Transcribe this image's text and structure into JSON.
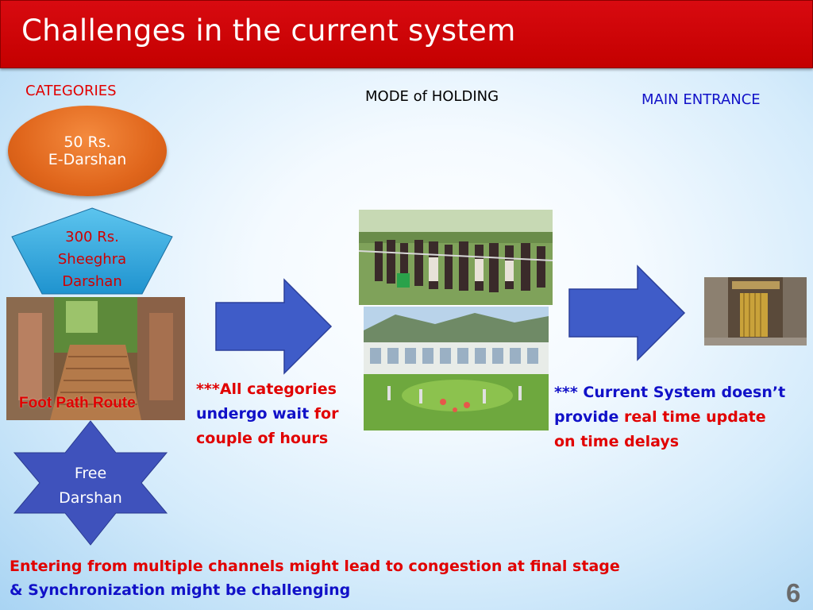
{
  "title": "Challenges in the current system",
  "headers": {
    "categories": "CATEGORIES",
    "mode": "MODE of HOLDING",
    "entrance": "MAIN ENTRANCE"
  },
  "categories": {
    "e_darshan": [
      "50 Rs.",
      "E-Darshan"
    ],
    "sheeghra": [
      "300 Rs.",
      "Sheeghra",
      "Darshan"
    ],
    "footpath": "Foot Path Route",
    "free": [
      "Free",
      "Darshan"
    ]
  },
  "note_wait": {
    "stars": "***",
    "t1": "All categories",
    "t2": "undergo wait",
    "t3": " for",
    "t4": "couple of hours"
  },
  "note_realtime": {
    "t1": "*** Current System doesn’t",
    "t2": "provide ",
    "t3": "real time update",
    "t4": "on time delays"
  },
  "bottom": {
    "line1": "Entering from multiple channels might lead to congestion at final stage",
    "line2": "& Synchronization might be challenging"
  },
  "page_number": "6",
  "colors": {
    "title_bar": "#c80000",
    "accent_red": "#e10000",
    "accent_blue": "#1111c8",
    "arrow_fill": "#3f5cc8",
    "oval_orange": "#e0661c",
    "pentagon_blue": "#2ea7dd",
    "star_blue": "#3f52bc"
  },
  "icons": [
    "arrow-right-icon"
  ]
}
